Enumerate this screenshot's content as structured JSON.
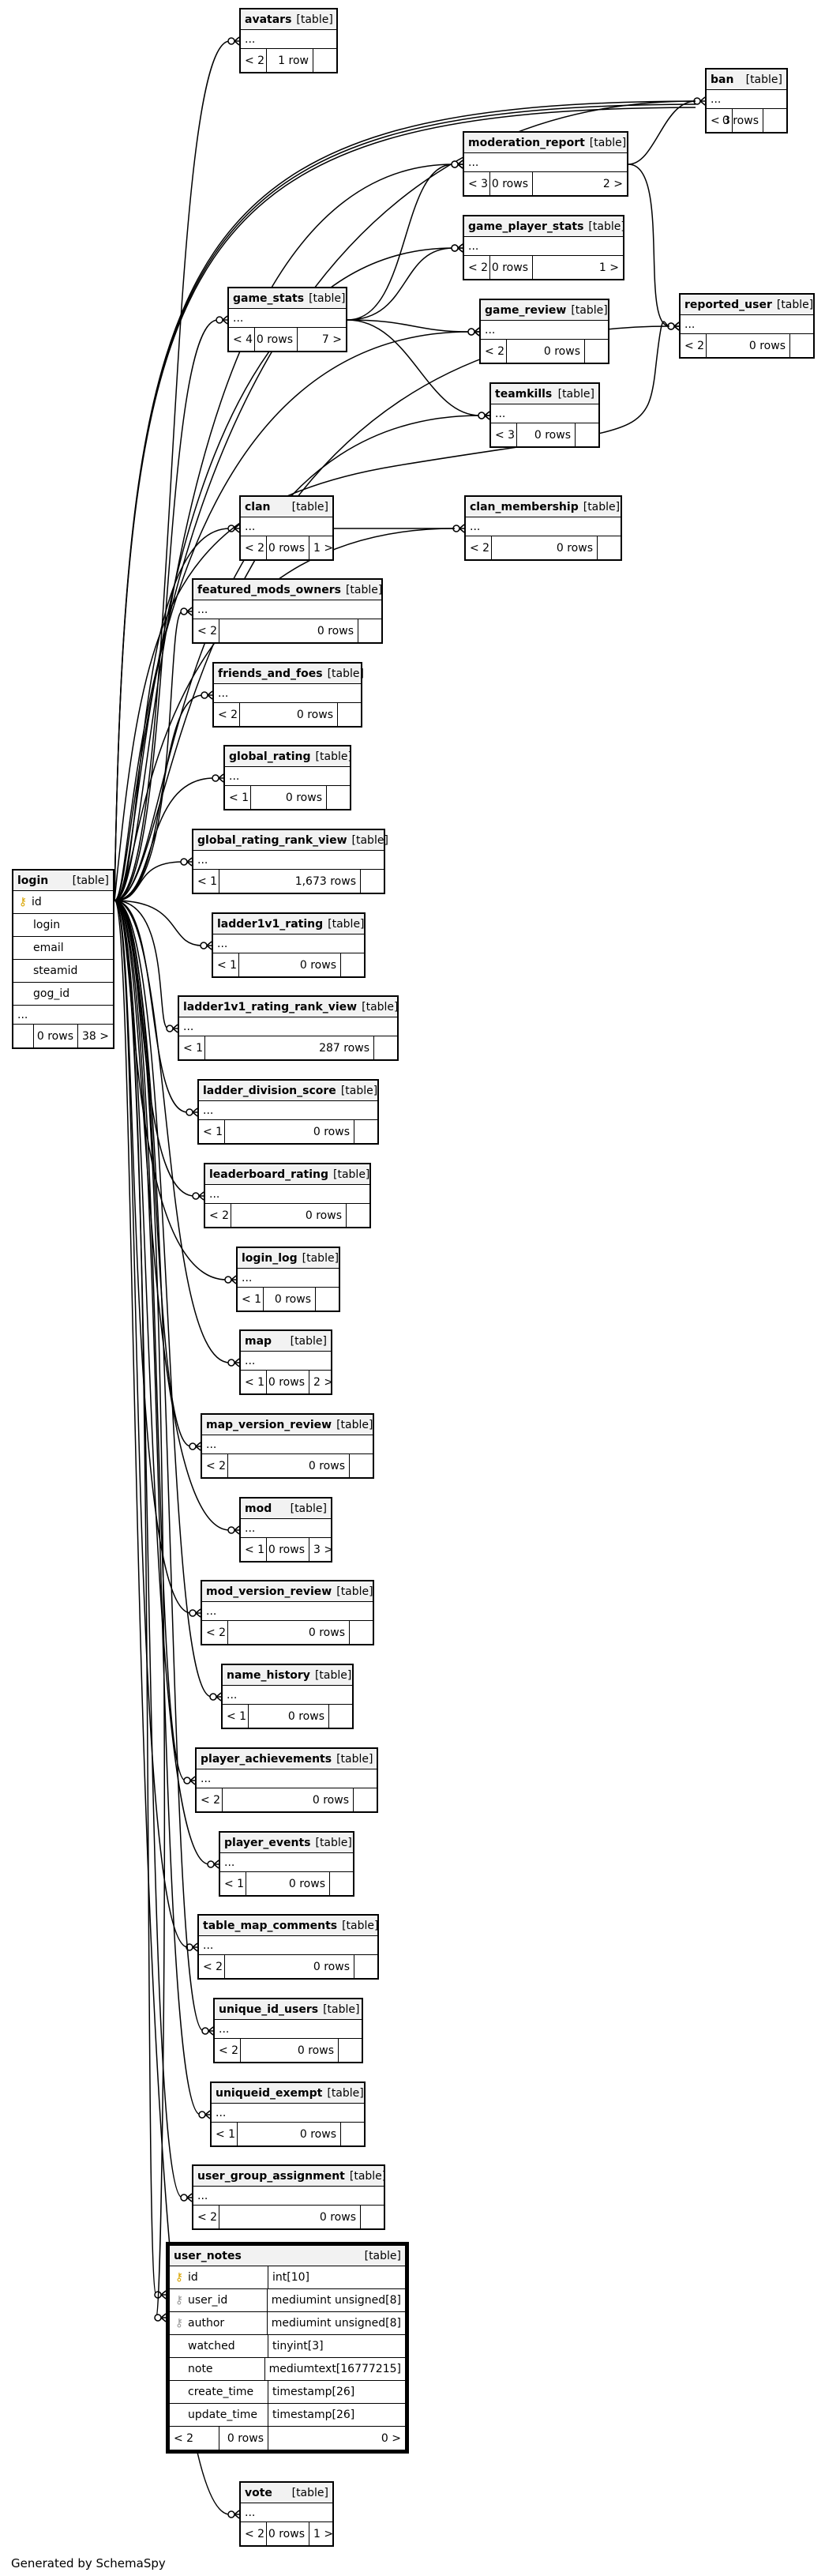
{
  "diagram": {
    "type_label": "[table]",
    "footer": "Generated by SchemaSpy",
    "tables": [
      {
        "id": "avatars",
        "name": "avatars",
        "stats": [
          "< 2",
          "1 row"
        ],
        "trail": true
      },
      {
        "id": "ban",
        "name": "ban",
        "stats": [
          "< 3",
          "0 rows"
        ],
        "trail": true
      },
      {
        "id": "moderation_report",
        "name": "moderation_report",
        "stats": [
          "< 3",
          "0 rows",
          "2 >"
        ]
      },
      {
        "id": "game_player_stats",
        "name": "game_player_stats",
        "stats": [
          "< 2",
          "0 rows",
          "1 >"
        ]
      },
      {
        "id": "game_stats",
        "name": "game_stats",
        "stats": [
          "< 4",
          "0 rows",
          "7 >"
        ]
      },
      {
        "id": "reported_user",
        "name": "reported_user",
        "stats": [
          "< 2",
          "0 rows"
        ],
        "trail": true
      },
      {
        "id": "game_review",
        "name": "game_review",
        "stats": [
          "< 2",
          "0 rows"
        ],
        "trail": true
      },
      {
        "id": "teamkills",
        "name": "teamkills",
        "stats": [
          "< 3",
          "0 rows"
        ],
        "trail": true
      },
      {
        "id": "clan",
        "name": "clan",
        "stats": [
          "< 2",
          "0 rows",
          "1 >"
        ]
      },
      {
        "id": "clan_membership",
        "name": "clan_membership",
        "stats": [
          "< 2",
          "0 rows"
        ],
        "trail": true
      },
      {
        "id": "featured_mods_owners",
        "name": "featured_mods_owners",
        "stats": [
          "< 2",
          "0 rows"
        ],
        "trail": true
      },
      {
        "id": "friends_and_foes",
        "name": "friends_and_foes",
        "stats": [
          "< 2",
          "0 rows"
        ],
        "trail": true
      },
      {
        "id": "global_rating",
        "name": "global_rating",
        "stats": [
          "< 1",
          "0 rows"
        ],
        "trail": true
      },
      {
        "id": "global_rating_rank_view",
        "name": "global_rating_rank_view",
        "stats": [
          "< 1",
          "1,673 rows"
        ],
        "trail": true
      },
      {
        "id": "ladder1v1_rating",
        "name": "ladder1v1_rating",
        "stats": [
          "< 1",
          "0 rows"
        ],
        "trail": true
      },
      {
        "id": "ladder1v1_rating_rank_view",
        "name": "ladder1v1_rating_rank_view",
        "stats": [
          "< 1",
          "287 rows"
        ],
        "trail": true
      },
      {
        "id": "ladder_division_score",
        "name": "ladder_division_score",
        "stats": [
          "< 1",
          "0 rows"
        ],
        "trail": true
      },
      {
        "id": "leaderboard_rating",
        "name": "leaderboard_rating",
        "stats": [
          "< 2",
          "0 rows"
        ],
        "trail": true
      },
      {
        "id": "login_log",
        "name": "login_log",
        "stats": [
          "< 1",
          "0 rows"
        ],
        "trail": true
      },
      {
        "id": "map",
        "name": "map",
        "stats": [
          "< 1",
          "0 rows",
          "2 >"
        ]
      },
      {
        "id": "map_version_review",
        "name": "map_version_review",
        "stats": [
          "< 2",
          "0 rows"
        ],
        "trail": true
      },
      {
        "id": "mod",
        "name": "mod",
        "stats": [
          "< 1",
          "0 rows",
          "3 >"
        ]
      },
      {
        "id": "mod_version_review",
        "name": "mod_version_review",
        "stats": [
          "< 2",
          "0 rows"
        ],
        "trail": true
      },
      {
        "id": "name_history",
        "name": "name_history",
        "stats": [
          "< 1",
          "0 rows"
        ],
        "trail": true
      },
      {
        "id": "player_achievements",
        "name": "player_achievements",
        "stats": [
          "< 2",
          "0 rows"
        ],
        "trail": true
      },
      {
        "id": "player_events",
        "name": "player_events",
        "stats": [
          "< 1",
          "0 rows"
        ],
        "trail": true
      },
      {
        "id": "table_map_comments",
        "name": "table_map_comments",
        "stats": [
          "< 2",
          "0 rows"
        ],
        "trail": true
      },
      {
        "id": "unique_id_users",
        "name": "unique_id_users",
        "stats": [
          "< 2",
          "0 rows"
        ],
        "trail": true
      },
      {
        "id": "uniqueid_exempt",
        "name": "uniqueid_exempt",
        "stats": [
          "< 1",
          "0 rows"
        ],
        "trail": true
      },
      {
        "id": "user_group_assignment",
        "name": "user_group_assignment",
        "stats": [
          "< 2",
          "0 rows"
        ],
        "trail": true
      },
      {
        "id": "vote",
        "name": "vote",
        "stats": [
          "< 2",
          "0 rows",
          "1 >"
        ]
      }
    ],
    "login": {
      "name": "login",
      "columns": [
        {
          "name": "id",
          "key": "primary-key"
        },
        {
          "name": "login"
        },
        {
          "name": "email"
        },
        {
          "name": "steamid"
        },
        {
          "name": "gog_id"
        }
      ],
      "ellipsis": "...",
      "stats": [
        "",
        "0 rows",
        "38 >"
      ]
    },
    "user_notes": {
      "name": "user_notes",
      "columns": [
        {
          "name": "id",
          "type": "int[10]",
          "key": "primary-key"
        },
        {
          "name": "user_id",
          "type": "mediumint unsigned[8]",
          "key": "foreign-key"
        },
        {
          "name": "author",
          "type": "mediumint unsigned[8]",
          "key": "foreign-key"
        },
        {
          "name": "watched",
          "type": "tinyint[3]"
        },
        {
          "name": "note",
          "type": "mediumtext[16777215]"
        },
        {
          "name": "create_time",
          "type": "timestamp[26]"
        },
        {
          "name": "update_time",
          "type": "timestamp[26]"
        }
      ],
      "stats": [
        "< 2",
        "0 rows",
        "0 >"
      ]
    },
    "ellipsis": "..."
  }
}
